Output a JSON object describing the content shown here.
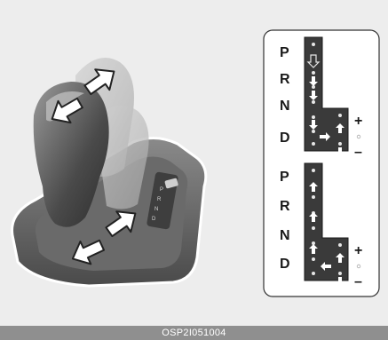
{
  "figure_code": "OSP2I051004",
  "upper_diagram": {
    "gear_labels": [
      "P",
      "R",
      "N",
      "D"
    ],
    "plus_label": "+",
    "minus_label": "–"
  },
  "lower_diagram": {
    "gear_labels": [
      "P",
      "R",
      "N",
      "D"
    ],
    "plus_label": "+",
    "minus_label": "–"
  },
  "colors": {
    "background": "#ededed",
    "gate_plate": "#3a3a3a",
    "arrow_fill": "#ffffff",
    "caption_bar": "#8f8f8f"
  }
}
